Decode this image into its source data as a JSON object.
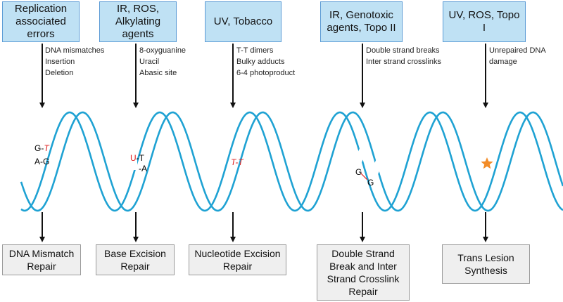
{
  "colors": {
    "helix": "#1fa2d3",
    "cause_box_fill": "#bfe1f4",
    "cause_box_border": "#5b9bd5",
    "repair_box_fill": "#efefef",
    "repair_box_border": "#9a9a9a",
    "arrow": "#111111",
    "damage_red": "#e02020",
    "star": "#f28c28"
  },
  "columns": [
    {
      "cause": "Replication\nassociated\nerrors",
      "details": "DNA mismatches\nInsertion\nDeletion",
      "repair": "DNA Mismatch\nRepair"
    },
    {
      "cause": "IR, ROS,\nAlkylating\nagents",
      "details": "8-oxyguanine\nUracil\nAbasic site",
      "repair": "Base Excision\nRepair"
    },
    {
      "cause": "UV, Tobacco",
      "details": "T-T dimers\nBulky adducts\n6-4 photoproduct",
      "repair": "Nucleotide Excision\nRepair"
    },
    {
      "cause": "IR, Genotoxic\nagents, Topo II",
      "details": "Double strand breaks\nInter strand crosslinks",
      "repair": "Double Strand\nBreak and Inter\nStrand Crosslink\nRepair"
    },
    {
      "cause": "UV, ROS, Topo I",
      "details": "Unrepaired DNA\ndamage",
      "repair": "Trans Lesion\nSynthesis"
    }
  ],
  "helix_labels": {
    "mismatch_g": "G-",
    "mismatch_t": "T",
    "mismatch_ag": "A-G",
    "uracil_u": "U",
    "uracil_t": "-T",
    "uracil_a": "-A",
    "dimer": "T-T",
    "crosslink_g1": "G",
    "crosslink_g2": "G"
  }
}
